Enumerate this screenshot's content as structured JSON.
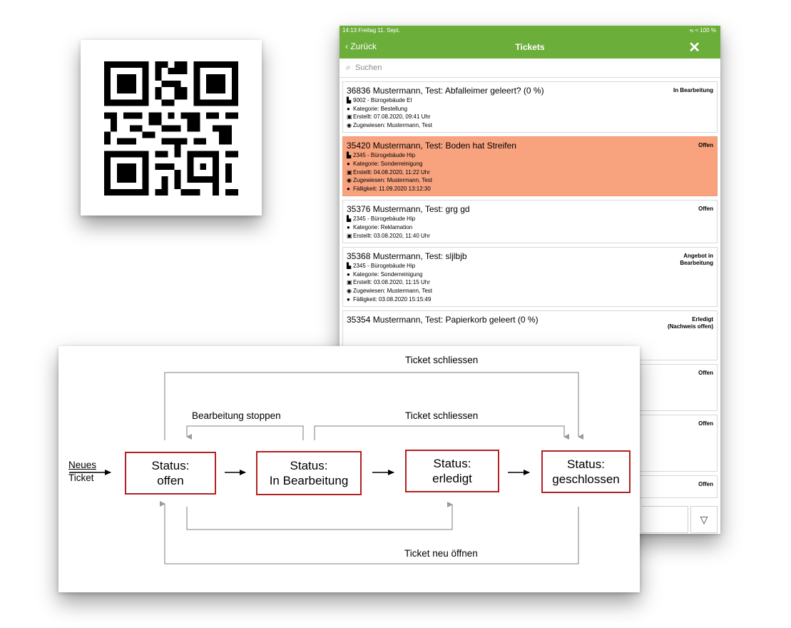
{
  "app": {
    "statusbar": {
      "time": "14:13  Freitag 11. Sept.",
      "battery": "▪ᵢₗ ≈ 100 %"
    },
    "nav": {
      "back": "Zurück",
      "title": "Tickets",
      "close_icon": "close-icon"
    },
    "search": {
      "placeholder": "Suchen",
      "icon": "search-icon"
    },
    "tickets": [
      {
        "title": "36836 Mustermann, Test: Abfalleimer geleert?  (0 %)",
        "status": "In Bearbeitung",
        "building": "9002 - Bürogebäude EI",
        "category": "Kategorie: Bestellung",
        "created": "Erstellt: 07.08.2020, 09:41 Uhr",
        "assigned": "Zugewiesen: Mustermann, Test",
        "due": ""
      },
      {
        "title": "35420 Mustermann, Test: Boden hat Streifen",
        "status": "Offen",
        "building": "2345 - Bürogebäude Hip",
        "category": "Kategorie: Sonderreinigung",
        "created": "Erstellt: 04.08.2020, 11:22 Uhr",
        "assigned": "Zugewiesen: Mustermann, Test",
        "due": "Fälligkeit: 11.09.2020 13:12:30"
      },
      {
        "title": "35376 Mustermann, Test: grg gd",
        "status": "Offen",
        "building": "2345 - Bürogebäude Hip",
        "category": "Kategorie: Reklamation",
        "created": "Erstellt: 03.08.2020, 11:40 Uhr",
        "assigned": "",
        "due": ""
      },
      {
        "title": "35368 Mustermann, Test: sljlbjb",
        "status_line1": "Angebot in",
        "status_line2": "Bearbeitung",
        "building": "2345 - Bürogebäude Hip",
        "category": "Kategorie: Sonderreinigung",
        "created": "Erstellt: 03.08.2020, 11:15 Uhr",
        "assigned": "Zugewiesen: Mustermann, Test",
        "due": "Fälligkeit: 03.08.2020 15:15:49"
      },
      {
        "title": "35354 Mustermann, Test: Papierkorb geleert  (0 %)",
        "status_line1": "Erledigt",
        "status_line2": "(Nachweis offen)"
      }
    ],
    "partial_statuses": [
      "Offen",
      "Offen",
      "Offen"
    ],
    "highlight_color": "#f8a27e",
    "accent_color": "#6cae3a",
    "filter_icon": "filter-icon"
  },
  "diagram": {
    "incoming_line1": "Neues",
    "incoming_line2": "Ticket",
    "states": [
      {
        "line1": "Status:",
        "line2": "offen"
      },
      {
        "line1": "Status:",
        "line2": "In Bearbeitung"
      },
      {
        "line1": "Status:",
        "line2": "erledigt"
      },
      {
        "line1": "Status:",
        "line2": "geschlossen"
      }
    ],
    "transitions": {
      "top_close": "Ticket schliessen",
      "stop": "Bearbeitung stoppen",
      "close_from_processing": "Ticket schliessen",
      "reopen": "Ticket neu öffnen"
    },
    "box_border_color": "#b32020"
  }
}
